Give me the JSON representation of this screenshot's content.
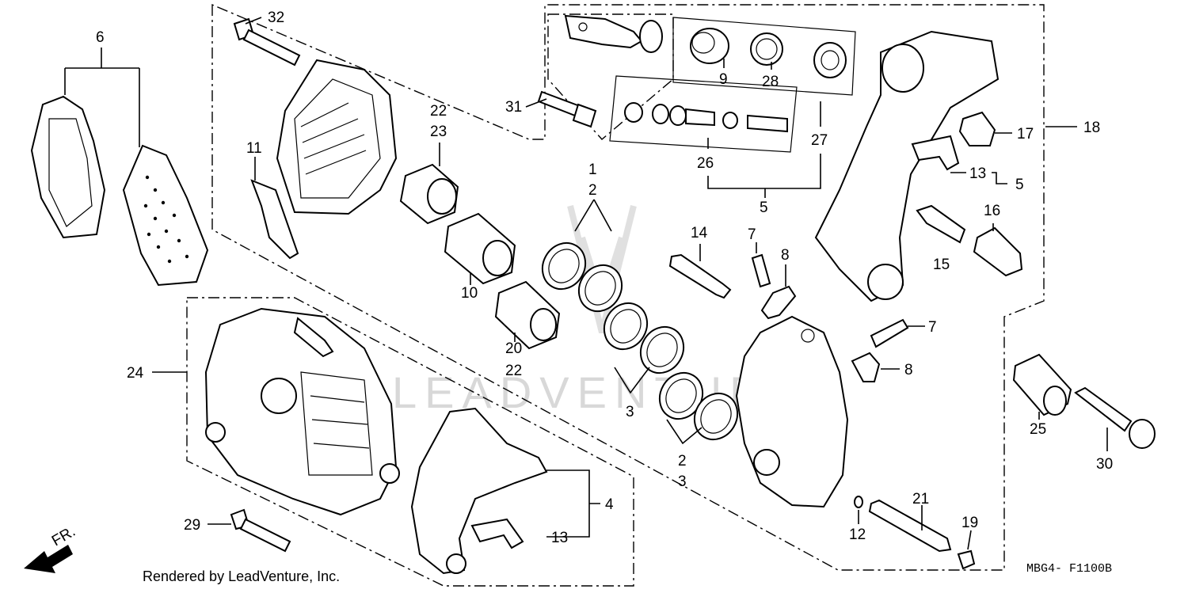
{
  "diagram": {
    "watermark": "LEADVENTURE",
    "credit": "Rendered by LeadVenture, Inc.",
    "code": "MBG4- F1100B",
    "front_marker": "FR.",
    "callouts": {
      "c1": "1",
      "c2a": "2",
      "c2b": "2",
      "c3a": "3",
      "c3b": "3",
      "c4": "4",
      "c5a": "5",
      "c5b": "5",
      "c6": "6",
      "c7a": "7",
      "c7b": "7",
      "c8a": "8",
      "c8b": "8",
      "c9": "9",
      "c10": "10",
      "c11": "11",
      "c12": "12",
      "c13a": "13",
      "c13b": "13",
      "c14": "14",
      "c15": "15",
      "c16": "16",
      "c17": "17",
      "c18": "18",
      "c19": "19",
      "c20": "20",
      "c21": "21",
      "c22a": "22",
      "c22b": "22",
      "c23": "23",
      "c24": "24",
      "c25": "25",
      "c26": "26",
      "c27": "27",
      "c28": "28",
      "c29": "29",
      "c30": "30",
      "c31": "31",
      "c32": "32"
    }
  }
}
